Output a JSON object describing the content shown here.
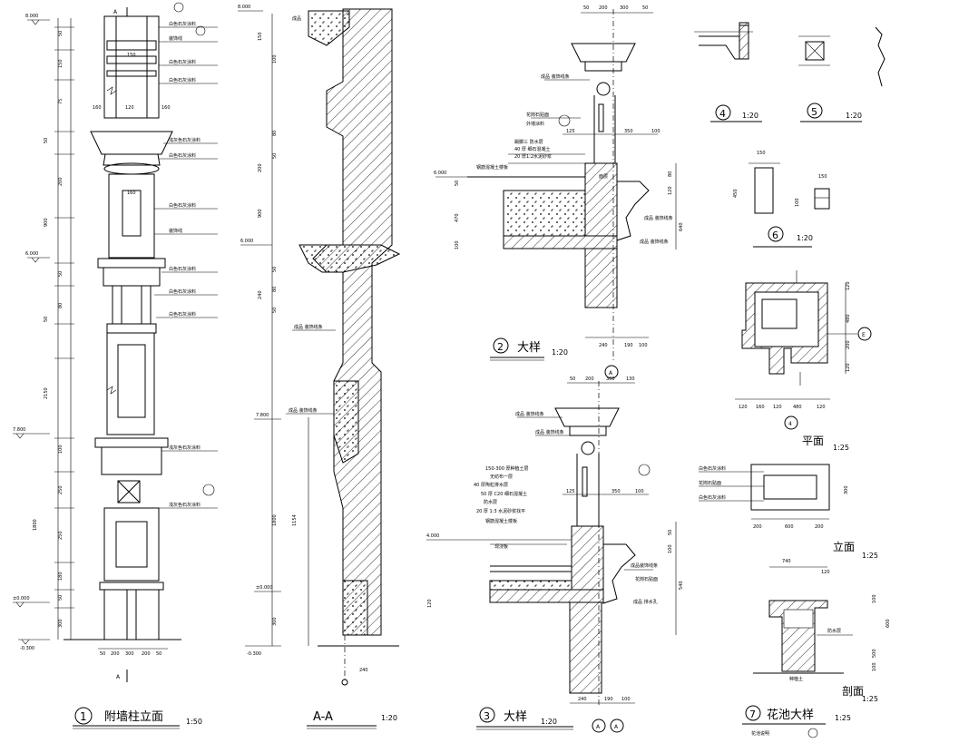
{
  "drawing_1": {
    "number": "1",
    "title": "附墙柱立面",
    "scale": "1:50",
    "section_mark": "A",
    "levels": [
      "8.000",
      "6.000",
      "7.800",
      "±0.000",
      "-0.300"
    ],
    "dims_left": [
      "50",
      "150",
      "75",
      "50",
      "200",
      "900",
      "50",
      "80",
      "50",
      "2150",
      "100",
      "250",
      "1800",
      "250",
      "180",
      "50",
      "300"
    ],
    "dims_bottom": [
      "50",
      "200",
      "300",
      "200",
      "50"
    ],
    "dims_top": [
      "160",
      "120",
      "150",
      "160",
      "160"
    ],
    "notes": [
      "白色石灰涂料",
      "装饰线",
      "白色石灰涂料",
      "白色石灰涂料",
      "浅灰色石灰涂料",
      "白色石灰涂料",
      "白色石灰涂料",
      "装饰线",
      "白色石灰涂料",
      "白色石灰涂料",
      "白色石灰涂料",
      "浅灰色石灰涂料",
      "浅灰色石灰涂料"
    ]
  },
  "drawing_aa": {
    "title": "A-A",
    "scale": "1:20",
    "levels": [
      "8.000",
      "6.000",
      "7.800",
      "±0.000",
      "-0.300"
    ],
    "dims": [
      "150",
      "100",
      "80",
      "50",
      "200",
      "900",
      "50",
      "80",
      "240",
      "50",
      "300",
      "1154",
      "240",
      "1800"
    ],
    "notes": [
      "成品",
      "成品 装饰线条",
      "成品 装饰线条"
    ]
  },
  "drawing_2": {
    "number": "2",
    "title": "大样",
    "scale": "1:20",
    "level": "6.000",
    "axis": "A",
    "dims_top": [
      "50",
      "200",
      "300",
      "50"
    ],
    "dims_right": [
      "80",
      "120",
      "470",
      "50",
      "100",
      "640"
    ],
    "dims_bottom": [
      "240",
      "190",
      "100"
    ],
    "dims_inner": [
      "125",
      "350",
      "100"
    ],
    "notes": [
      "成品 装饰线条",
      "花岗石贴面",
      "外墙涂料",
      "踢脚三 防水层",
      "40 厚 细石混凝土",
      "20 厚1:2水泥砂浆",
      "钢筋混凝土楼板",
      "面层",
      "成品 装饰线条",
      "成品 装饰线条"
    ]
  },
  "drawing_3": {
    "number": "3",
    "title": "大样",
    "scale": "1:20",
    "level": "4.000",
    "axis": "A",
    "dims_top": [
      "50",
      "200",
      "300",
      "130"
    ],
    "dims_right": [
      "50",
      "100",
      "120",
      "540"
    ],
    "dims_bottom": [
      "240",
      "190",
      "100"
    ],
    "dims_inner": [
      "125",
      "350",
      "100"
    ],
    "notes": [
      "成品 装饰线条",
      "成品 装饰线条",
      "150-300 厚种植土层",
      "无纺布一层",
      "40 厚陶粒排水层",
      "50 厚 C20 细石混凝土",
      "防水层",
      "20 厚 1:3 水泥砂浆找平",
      "钢筋混凝土楼板",
      "现浇板",
      "成品装饰线条",
      "花岗石贴面",
      "成品 排水孔"
    ]
  },
  "drawing_4": {
    "number": "4",
    "scale": "1:20",
    "plan_title": "平面",
    "plan_scale": "1:25",
    "plan_dims_bottom": [
      "120",
      "160",
      "120",
      "480",
      "120"
    ],
    "plan_dims_right": [
      "120",
      "480",
      "200",
      "120"
    ],
    "axis": "E"
  },
  "drawing_5": {
    "number": "5",
    "scale": "1:20"
  },
  "drawing_6": {
    "number": "6",
    "scale": "1:20",
    "dims": [
      "150",
      "450",
      "150",
      "100"
    ]
  },
  "drawing_7": {
    "number": "7",
    "title": "花池大样",
    "scale": "1:25",
    "elevation_title": "立面",
    "elevation_scale": "1:25",
    "section_title": "剖面",
    "section_scale": "1:25",
    "elevation_dims": [
      "200",
      "600",
      "200",
      "300"
    ],
    "section_dims": [
      "740",
      "120",
      "100",
      "600",
      "500",
      "100"
    ],
    "notes": [
      "白色石灰涂料",
      "花岗石贴面",
      "白色石灰涂料",
      "防水层",
      "种植土"
    ],
    "footer_label": "花池说明"
  }
}
